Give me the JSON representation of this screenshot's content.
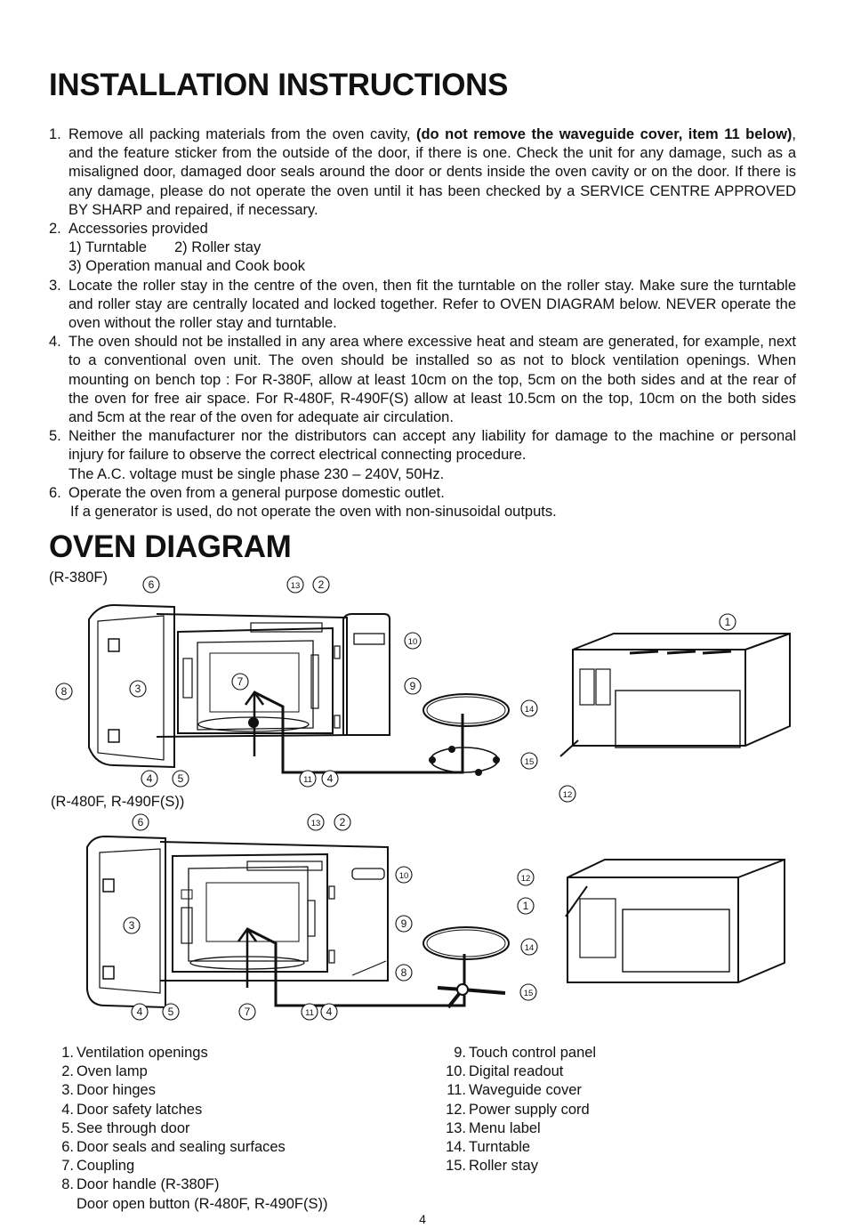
{
  "install": {
    "title": "INSTALLATION INSTRUCTIONS",
    "items": [
      {
        "num": "1.",
        "pre": "Remove all packing materials from the oven cavity, ",
        "bold": "(do not remove the waveguide cover, item 11 below)",
        "post": ", and the feature sticker from the outside of the door, if there is one. Check the unit for any damage, such as a misaligned door, damaged door seals around the door or dents inside the oven cavity or on the door. If there is any damage, please do not operate the oven until it has been checked by a SERVICE CENTRE APPROVED BY SHARP and repaired, if necessary."
      },
      {
        "num": "2.",
        "text": "Accessories provided",
        "acc1": "1)  Turntable",
        "acc2": "2) Roller stay",
        "acc3": "3) Operation manual and Cook book"
      },
      {
        "num": "3.",
        "text": "Locate the roller stay in the centre of the oven, then fit the turntable on the roller stay. Make sure the turntable and roller stay are centrally located and locked together. Refer to OVEN DIAGRAM below. NEVER operate the oven without the roller stay and turntable."
      },
      {
        "num": "4.",
        "text": "The oven should not be installed in any area where excessive heat and steam are generated, for example, next to a conventional oven unit. The oven should be installed so as not to block ventilation openings. When mounting on bench top : For R-380F, allow at least 10cm on the top, 5cm on the both sides and at the rear of the oven for free air space. For R-480F, R-490F(S) allow at least 10.5cm on the top, 10cm on the both sides and 5cm at the rear of the oven for adequate air circulation."
      },
      {
        "num": "5.",
        "text": "Neither the manufacturer nor the distributors can accept any liability for damage to the machine or personal injury for failure to observe the correct electrical connecting procedure.",
        "extra": "The A.C. voltage must be single phase 230 – 240V, 50Hz."
      },
      {
        "num": "6.",
        "text": "Operate the oven from a general purpose domestic outlet.",
        "extra": "If a generator is used, do not operate the oven with non-sinusoidal outputs."
      }
    ]
  },
  "diagram": {
    "title": "OVEN DIAGRAM",
    "model_a": "(R-380F)",
    "model_b": "(R-480F, R-490F(S))",
    "callouts_a": [
      "6",
      "13",
      "2",
      "1",
      "10",
      "9",
      "14",
      "15",
      "8",
      "3",
      "7",
      "4",
      "5",
      "11",
      "4",
      "12"
    ],
    "callouts_b": [
      "6",
      "13",
      "2",
      "10",
      "12",
      "1",
      "3",
      "9",
      "14",
      "8",
      "15",
      "4",
      "5",
      "7",
      "11",
      "4"
    ]
  },
  "legend": {
    "left": [
      {
        "n": "1.",
        "t": "Ventilation openings"
      },
      {
        "n": "2.",
        "t": "Oven lamp"
      },
      {
        "n": "3.",
        "t": "Door hinges"
      },
      {
        "n": "4.",
        "t": "Door safety latches"
      },
      {
        "n": "5.",
        "t": "See through door"
      },
      {
        "n": "6.",
        "t": "Door seals and sealing surfaces"
      },
      {
        "n": "7.",
        "t": "Coupling"
      },
      {
        "n": "8.",
        "t": "Door handle (R-380F)"
      },
      {
        "n": "",
        "t": "Door open button (R-480F, R-490F(S))"
      }
    ],
    "right": [
      {
        "n": "9.",
        "t": "Touch control panel"
      },
      {
        "n": "10.",
        "t": "Digital readout"
      },
      {
        "n": "11.",
        "t": "Waveguide cover"
      },
      {
        "n": "12.",
        "t": "Power supply cord"
      },
      {
        "n": "13.",
        "t": "Menu label"
      },
      {
        "n": "14.",
        "t": "Turntable"
      },
      {
        "n": "15.",
        "t": "Roller stay"
      }
    ]
  },
  "page_number": "4"
}
